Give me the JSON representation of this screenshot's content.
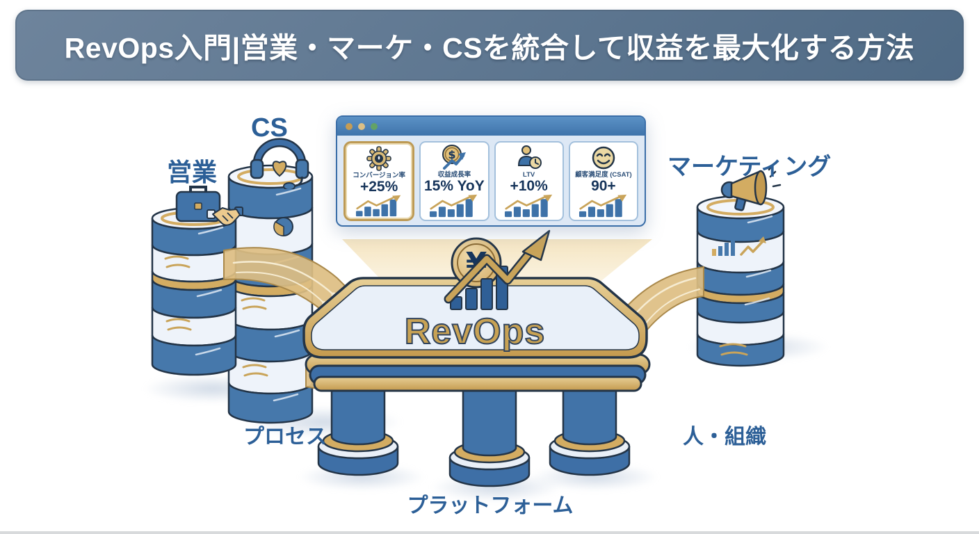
{
  "header": {
    "title": "RevOps入門|営業・マーケ・CSを統合して収益を最大化する方法"
  },
  "dashboard": {
    "window_dot_colors": [
      "#c59c55",
      "#dcbf85",
      "#63a266"
    ],
    "cards": [
      {
        "icon": "gear-icon",
        "label": "コンバージョン率",
        "value": "+25%",
        "highlighted": true
      },
      {
        "icon": "revenue-growth-coin-icon",
        "label": "収益成長率",
        "value": "15% YoY",
        "coin_symbol": "$",
        "highlighted": false
      },
      {
        "icon": "user-clock-icon",
        "label": "LTV",
        "value": "+10%",
        "highlighted": false
      },
      {
        "icon": "csat-smiley-icon",
        "label": "顧客満足度 (CSAT)",
        "value": "90+",
        "highlighted": false
      }
    ]
  },
  "silos": {
    "sales": {
      "label": "営業",
      "top_icon": "briefcase-handshake-icon"
    },
    "cs": {
      "label": "CS",
      "top_icon": "headset-heart-icon",
      "side_icon": "pie-chart-icon"
    },
    "marketing": {
      "label": "マーケティング",
      "top_icon": "megaphone-icon",
      "side_icon": "bar-chart-trend-icon"
    }
  },
  "platform": {
    "label": "RevOps",
    "currency_symbol": "¥"
  },
  "pillars": [
    {
      "label": "プロセス"
    },
    {
      "label": "プラットフォーム"
    },
    {
      "label": "人・組織"
    }
  ],
  "colors": {
    "banner_bg": "#5d7690",
    "accent_gold": "#c9a45a",
    "accent_gold_light": "#e7cf96",
    "silo_blue": "#4678ab",
    "silo_light": "#eef3fa",
    "outline_navy": "#233447",
    "label_blue": "#2c5f97",
    "value_navy": "#16345a",
    "dashboard_bar": "#3f74ab",
    "beam_cream": "#f3e0b6"
  }
}
